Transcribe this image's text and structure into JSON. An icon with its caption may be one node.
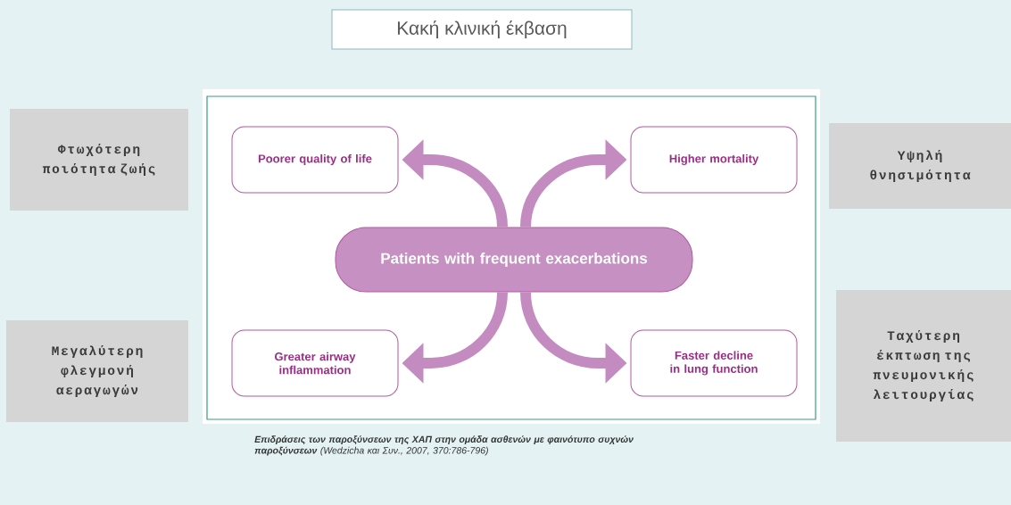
{
  "diagram": {
    "title": "Κακή κλινική έκβαση",
    "nodes": [
      {
        "text": [],
        "shape": "box"
      },
      {
        "text": [
          "Poorer quality of life"
        ],
        "in": 0
      },
      {
        "text": [
          "Higher mortality"
        ],
        "in": 0
      },
      {
        "text": [
          "Patients with frequent exacerbations"
        ],
        "in": 0
      },
      {
        "text": [
          "Greater airway inflammation"
        ],
        "in": 0
      },
      {
        "text": [
          "Faster decline in lung function"
        ],
        "in": 0
      },
      {
        "text": [
          "Φτωχότερη ποιότητα ζωής"
        ]
      },
      {
        "text": [
          "Μεγαλύτερη φλεγμονή αεραγωγών"
        ]
      },
      {
        "text": [
          "Υψηλή θνησιμότητα"
        ]
      },
      {
        "text": [
          "Ταχύτερη έκπτωση της πνευμονικής λειτουργίας"
        ]
      }
    ],
    "edges": [
      {
        "from": 3,
        "to": 1,
        "arrow": "to"
      },
      {
        "from": 3,
        "to": 2,
        "arrow": "to"
      },
      {
        "from": 3,
        "to": 4,
        "arrow": "to"
      },
      {
        "from": 3,
        "to": 5,
        "arrow": "to"
      }
    ],
    "caption": "**Επιδράσεις των παροξύνσεων της ΧΑΠ στην ομάδα ασθενών με φαινότυπο συχνών παροξύνσεων** (Wedzicha και Συν., 2007, 370:786-796)"
  }
}
